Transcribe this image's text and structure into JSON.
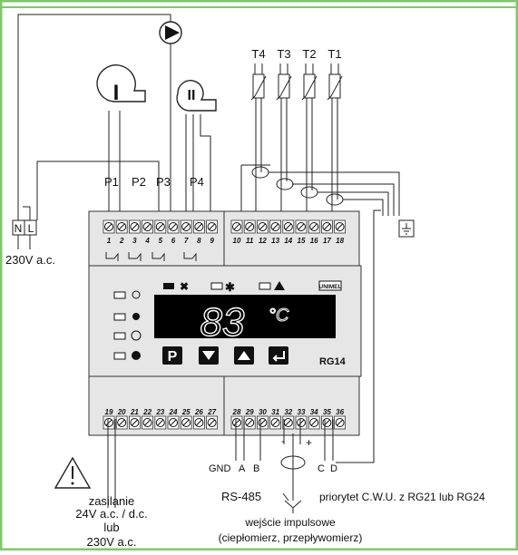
{
  "motors": {
    "m1": "I",
    "m2": "II"
  },
  "power_main": {
    "n": "N",
    "l": "L",
    "voltage": "230V a.c."
  },
  "relays": {
    "p1": "P1",
    "p2": "P2",
    "p3": "P3",
    "p4": "P4"
  },
  "sensors": [
    "T4",
    "T3",
    "T2",
    "T1"
  ],
  "terminals_top_left": [
    "1",
    "2",
    "3",
    "4",
    "5",
    "6",
    "7",
    "8",
    "9"
  ],
  "terminals_top_right": [
    "10",
    "11",
    "12",
    "13",
    "14",
    "15",
    "16",
    "17",
    "18"
  ],
  "terminals_bottom_left": [
    "19",
    "20",
    "21",
    "22",
    "23",
    "24",
    "25",
    "26",
    "27"
  ],
  "terminals_bottom_right": [
    "28",
    "29",
    "30",
    "31",
    "32",
    "33",
    "34",
    "35",
    "36"
  ],
  "device": {
    "brand": "UNIMEL",
    "model": "RG14",
    "display": "83",
    "unit": "°C"
  },
  "pulse_polarity": {
    "minus": "-",
    "plus": "+"
  },
  "bus": {
    "gnd": "GND",
    "a": "A",
    "b": "B",
    "name": "RS-485"
  },
  "priority": {
    "c": "C",
    "d": "D",
    "label": "priorytet C.W.U. z RG21 lub RG24"
  },
  "pulse_input": {
    "line1": "wejście impulsowe",
    "line2": "(ciepłomierz, przepływomierz)"
  },
  "supply": {
    "line1": "zasilanie",
    "line2": "24V a.c. / d.c.",
    "line3": "lub",
    "line4": "230V a.c."
  },
  "colors": {
    "frame": "#7ec86a",
    "body": "#e6e6e6",
    "display": "#000000"
  }
}
